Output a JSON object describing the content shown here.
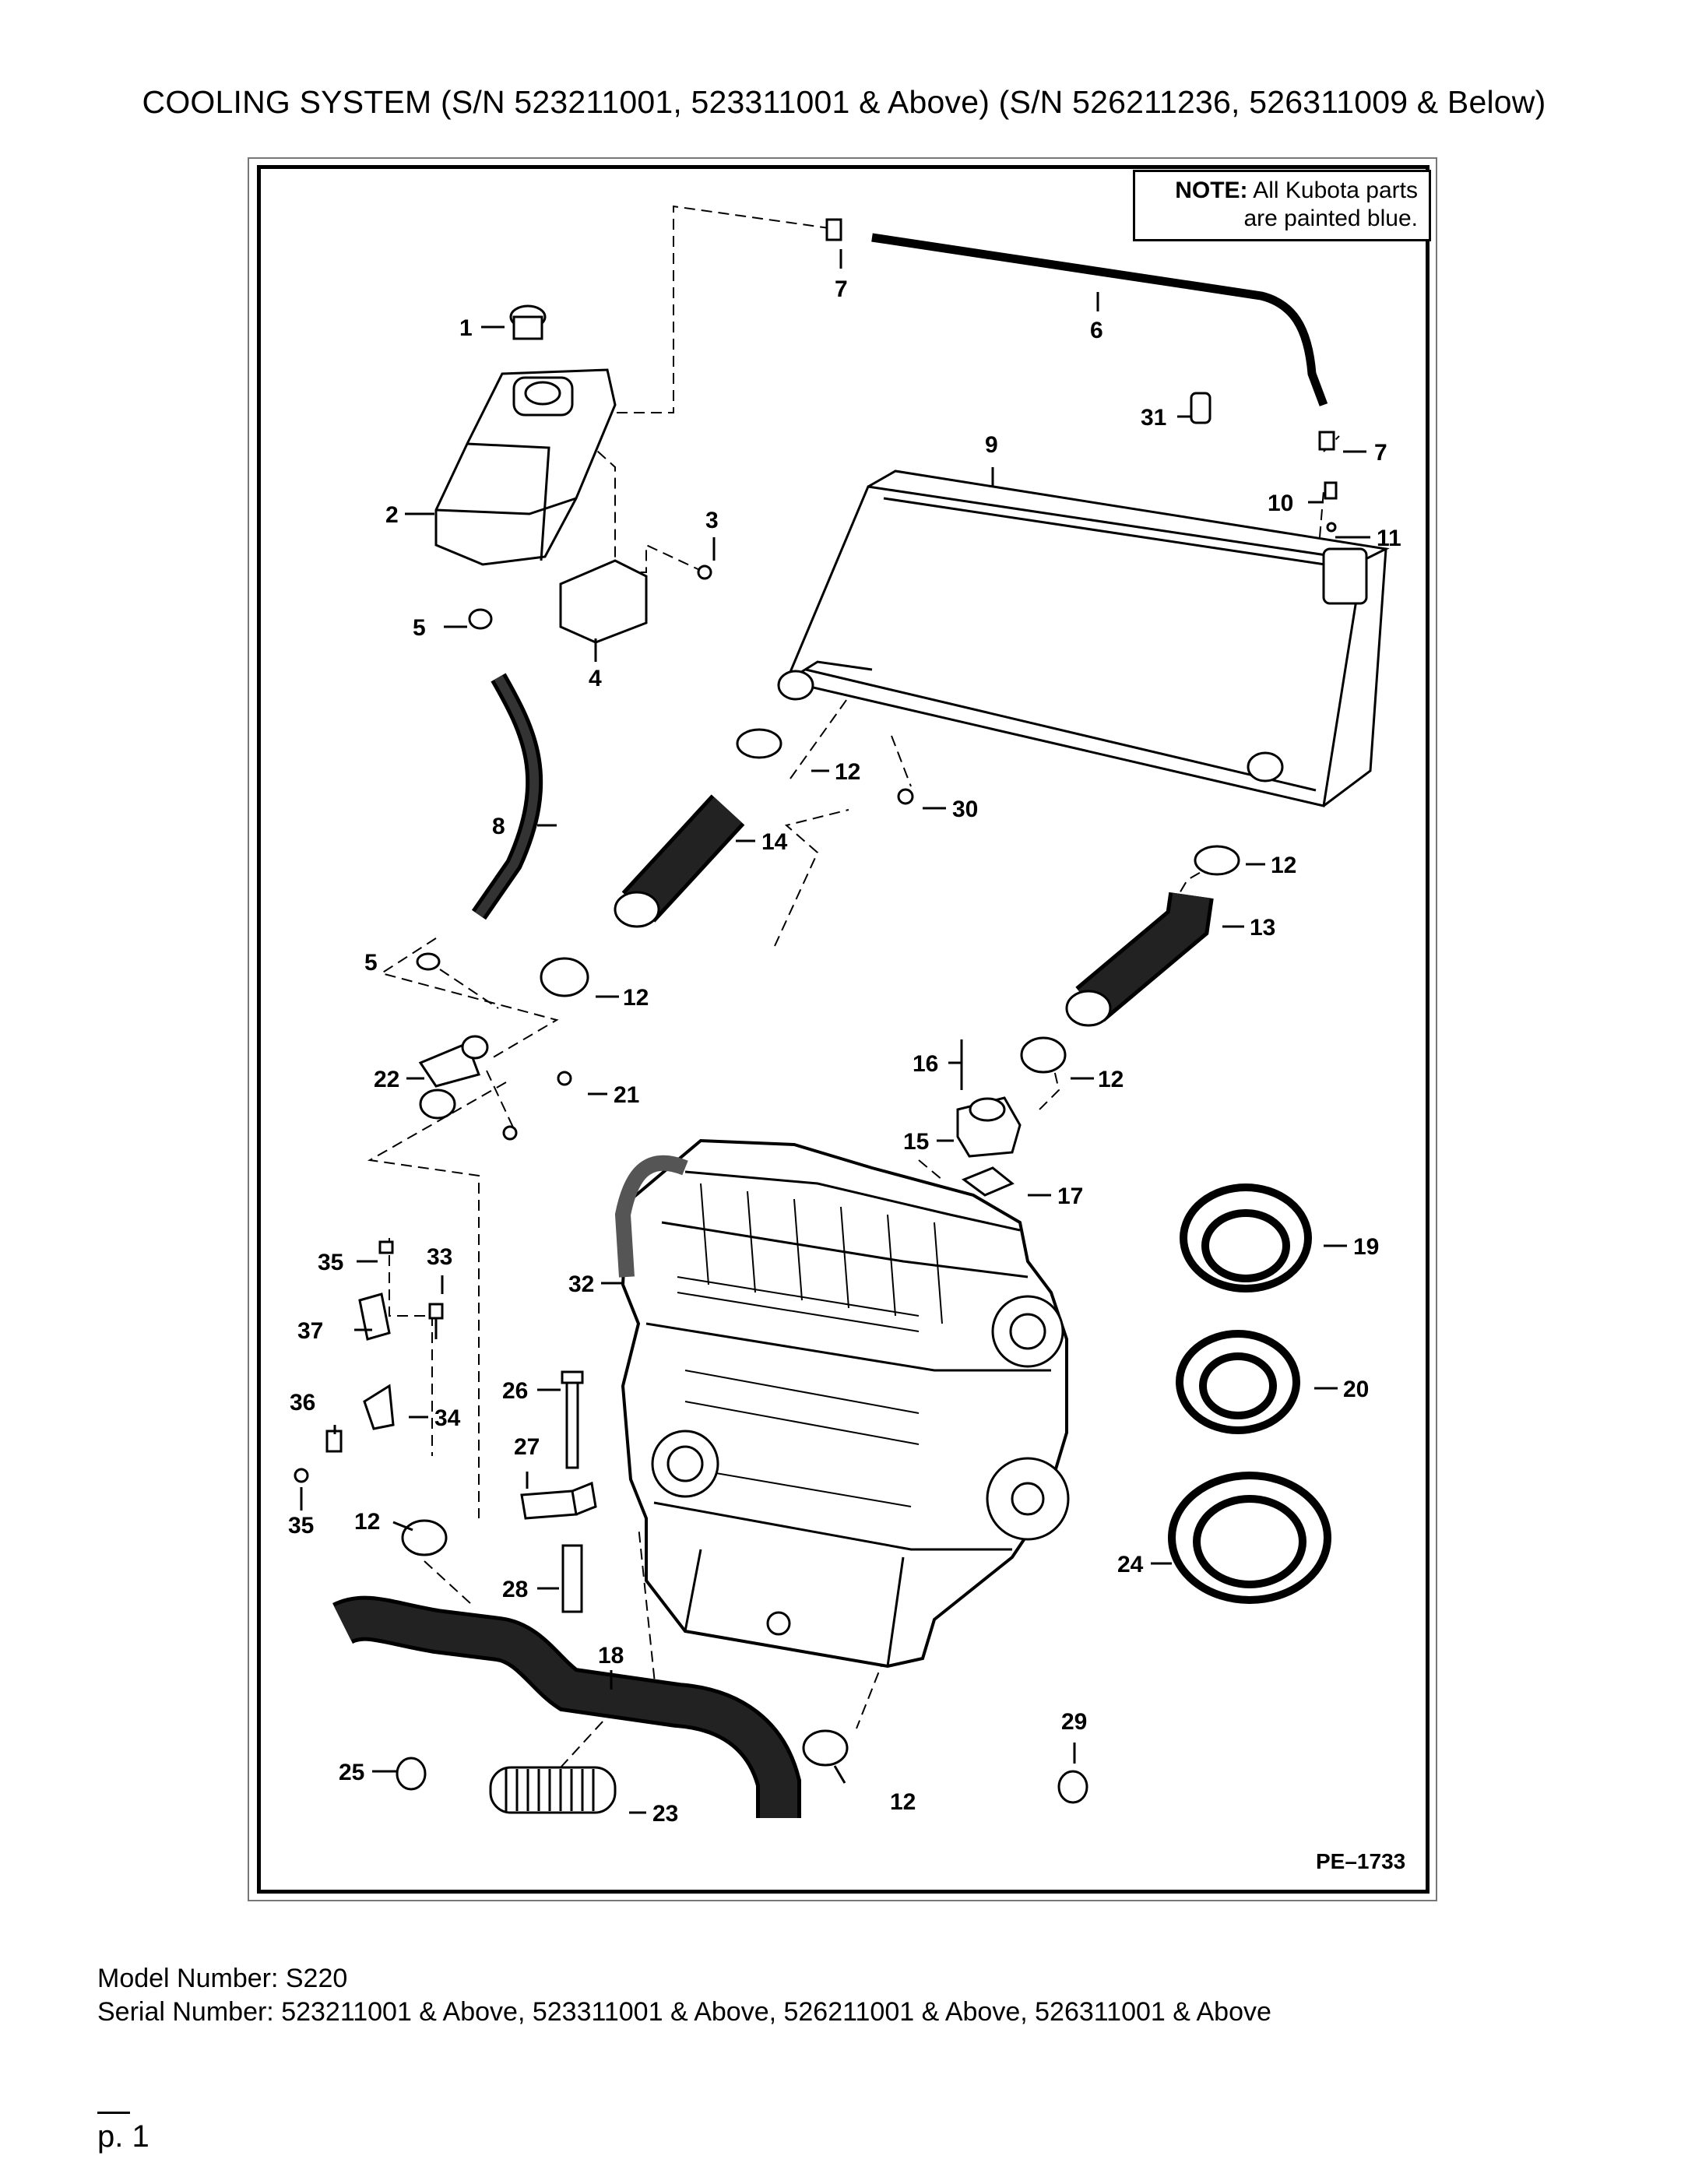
{
  "page": {
    "title": "COOLING SYSTEM (S/N 523211001, 523311001 & Above) (S/N 526211236, 526311009 & Below)",
    "model_number": "Model Number: S220",
    "serial_number": "Serial Number: 523211001 & Above, 523311001 & Above, 526211001 & Above, 526311001 & Above",
    "page_number": "p. 1"
  },
  "diagram": {
    "note_bold": "NOTE:",
    "note_line1": "All Kubota parts",
    "note_line2": "are painted blue.",
    "drawing_code": "PE–1733",
    "callouts": {
      "c1": "1",
      "c2": "2",
      "c3": "3",
      "c4": "4",
      "c5a": "5",
      "c5b": "5",
      "c6": "6",
      "c7a": "7",
      "c7b": "7",
      "c8": "8",
      "c9": "9",
      "c10": "10",
      "c11": "11",
      "c12a": "12",
      "c12b": "12",
      "c12c": "12",
      "c12d": "12",
      "c12e": "12",
      "c12f": "12",
      "c13": "13",
      "c14": "14",
      "c15": "15",
      "c16": "16",
      "c17": "17",
      "c18": "18",
      "c19": "19",
      "c20": "20",
      "c21": "21",
      "c22": "22",
      "c23": "23",
      "c24": "24",
      "c25": "25",
      "c26": "26",
      "c27": "27",
      "c28": "28",
      "c29": "29",
      "c30": "30",
      "c31": "31",
      "c32": "32",
      "c33": "33",
      "c34": "34",
      "c35a": "35",
      "c35b": "35",
      "c36": "36",
      "c37": "37"
    }
  }
}
